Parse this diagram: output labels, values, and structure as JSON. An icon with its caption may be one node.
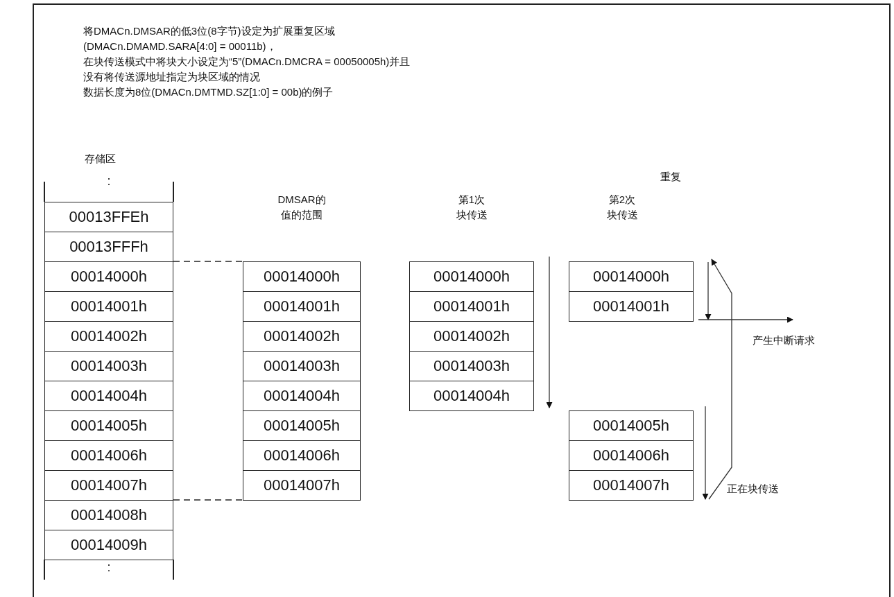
{
  "diagram": {
    "nodes": [
      {
        "text": [
          "00013FFEh"
        ]
      },
      {
        "text": [
          "00013FFFh"
        ]
      },
      {
        "text": [
          "00014000h"
        ]
      },
      {
        "text": [
          "00014001h"
        ]
      },
      {
        "text": [
          "00014002h"
        ]
      },
      {
        "text": [
          "00014003h"
        ]
      },
      {
        "text": [
          "00014004h"
        ]
      },
      {
        "text": [
          "00014005h"
        ]
      },
      {
        "text": [
          "00014006h"
        ]
      },
      {
        "text": [
          "00014007h"
        ]
      },
      {
        "text": [
          "00014008h"
        ]
      },
      {
        "text": [
          "00014009h"
        ]
      },
      {
        "text": [
          "00014000h"
        ]
      },
      {
        "text": [
          "00014001h"
        ]
      },
      {
        "text": [
          "00014002h"
        ]
      },
      {
        "text": [
          "00014003h"
        ]
      },
      {
        "text": [
          "00014004h"
        ]
      },
      {
        "text": [
          "00014005h"
        ]
      },
      {
        "text": [
          "00014006h"
        ]
      },
      {
        "text": [
          "00014007h"
        ]
      },
      {
        "text": [
          "00014000h"
        ]
      },
      {
        "text": [
          "00014001h"
        ]
      },
      {
        "text": [
          "00014002h"
        ]
      },
      {
        "text": [
          "00014003h"
        ]
      },
      {
        "text": [
          "00014004h"
        ]
      },
      {
        "text": [
          "00014000h"
        ]
      },
      {
        "text": [
          "00014001h"
        ]
      },
      {
        "text": [
          "00014005h"
        ]
      },
      {
        "text": [
          "00014006h"
        ]
      },
      {
        "text": [
          "00014007h"
        ]
      }
    ],
    "edges": [
      {
        "from": 2,
        "to": 12,
        "arrow": "none",
        "style": "dashed"
      },
      {
        "from": 9,
        "to": 19,
        "arrow": "none",
        "style": "dashed"
      }
    ],
    "labels": [
      "将DMACn.DMSAR的低3位(8字节)设定为扩展重复区域",
      "(DMACn.DMAMD.SARA[4:0] = 00011b)，",
      "在块传送模式中将块大小设定为“5”(DMACn.DMCRA = 00050005h)并且",
      "没有将传送源地址指定为块区域的情况",
      "数据长度为8位(DMACn.DMTMD.SZ[1:0] = 00b)的例子",
      "存储区",
      ":",
      "重复",
      "DMSAR的值的范围",
      "第1次块传送",
      "第2次块传送",
      "产生中断请求",
      "正在块传送",
      ":"
    ]
  }
}
